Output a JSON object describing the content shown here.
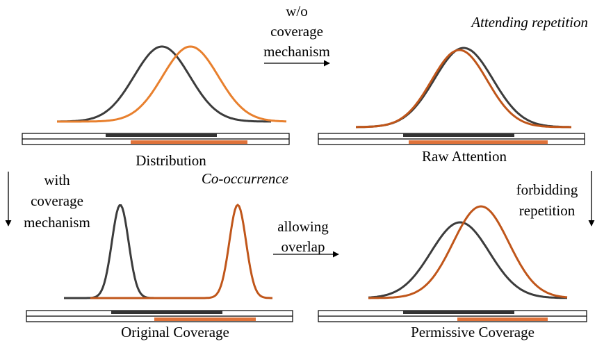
{
  "labels": {
    "distribution": "Distribution",
    "raw_attention": "Raw Attention",
    "original_coverage": "Original Coverage",
    "permissive_coverage": "Permissive Coverage",
    "attending_repetition": "Attending repetition",
    "co_occurrence": "Co-occurrence"
  },
  "arrows": {
    "top": [
      "w/o",
      "coverage",
      "mechanism"
    ],
    "left": [
      "with",
      "coverage",
      "mechanism"
    ],
    "middle": [
      "allowing",
      "overlap"
    ],
    "right": [
      "forbidding",
      "repetition"
    ]
  },
  "colors": {
    "dark_series": "#3c3c3c",
    "orange_series": "#e8802e",
    "rust_series": "#c0561a",
    "orange_bar": "#e0733a",
    "dark_bar": "#333333"
  }
}
